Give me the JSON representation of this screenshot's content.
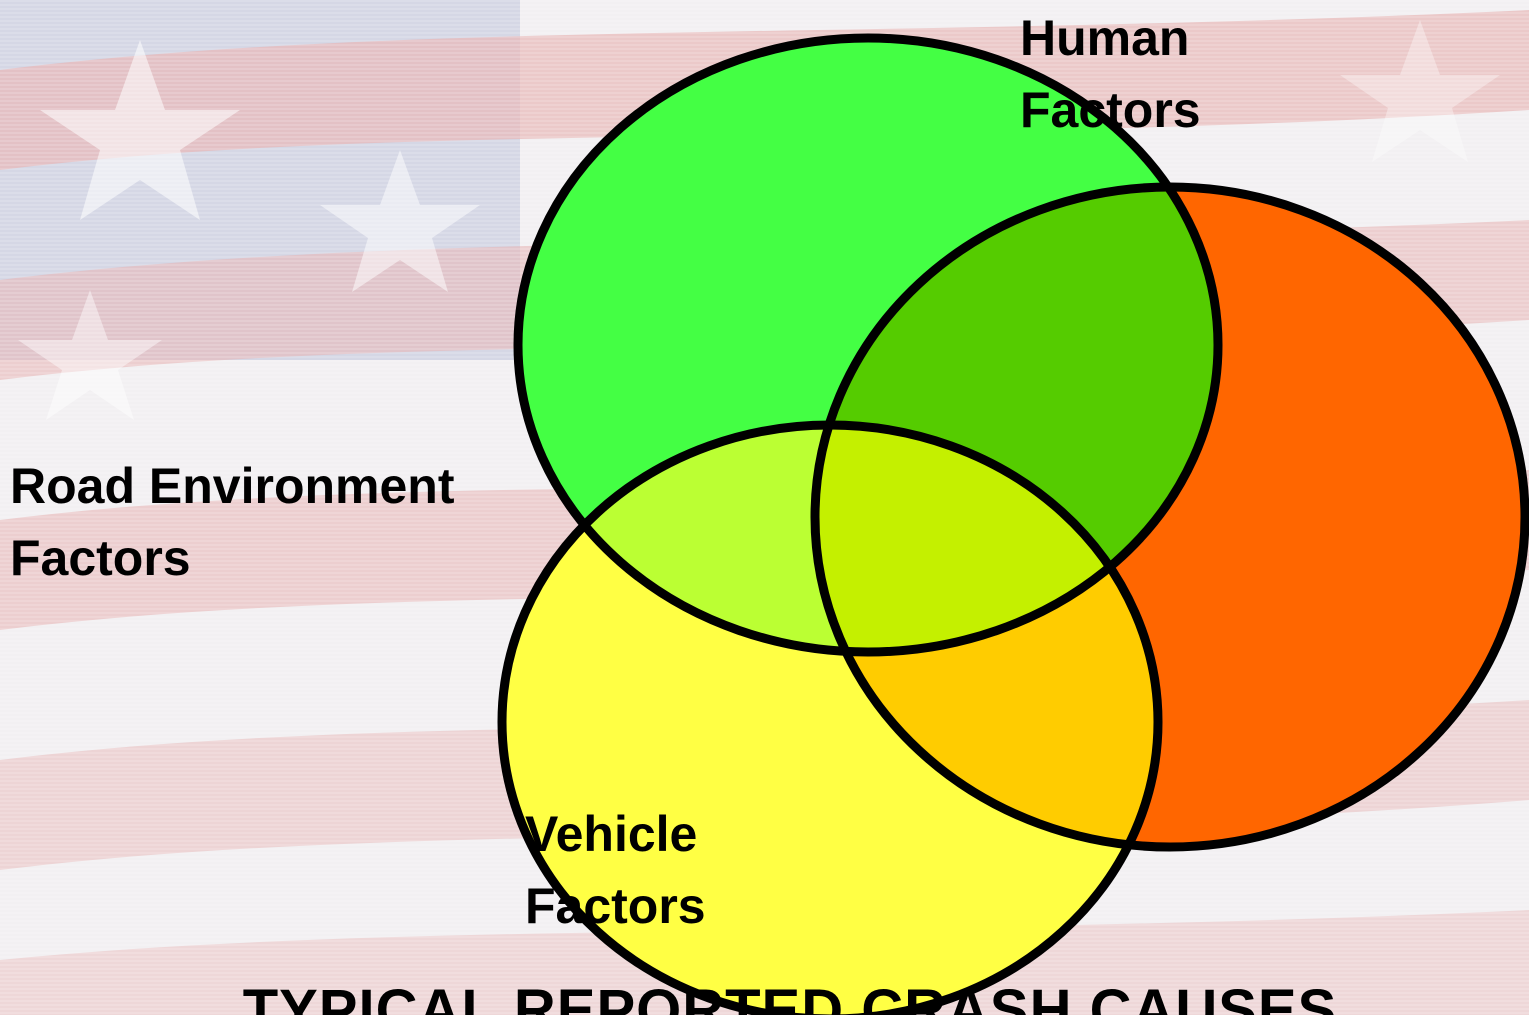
{
  "labels": {
    "human": "Human\nFactors",
    "road": "Road Environment\nFactors",
    "vehicle": "Vehicle\nFactors"
  },
  "caption": "TYPICAL REPORTED CRASH CAUSES",
  "colors": {
    "human_circle": "#44ff44",
    "road_circle": "#ff6600",
    "vehicle_circle": "#ffff44",
    "human_road_overlap": "#55cc00",
    "road_vehicle_overlap": "#ffcc00",
    "human_vehicle_overlap": "#bbff33",
    "center_overlap": "#c4f000",
    "outline": "#000000",
    "background_stripes": "#e8b8b8",
    "background_field": "#c9cce0",
    "stars": "#ffffff"
  }
}
